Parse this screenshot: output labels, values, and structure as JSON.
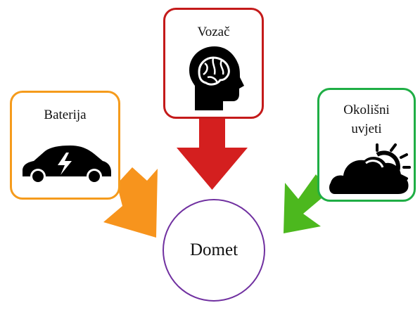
{
  "nodes": {
    "battery": {
      "label": "Baterija",
      "icon": "electric-car-icon",
      "color": "#f59b1c"
    },
    "driver": {
      "label": "Vozač",
      "icon": "brain-head-icon",
      "color": "#c41a1a"
    },
    "environment": {
      "label_line1": "Okolišni",
      "label_line2": "uvjeti",
      "icon": "weather-cloud-sun-icon",
      "color": "#1fae45"
    }
  },
  "center": {
    "label": "Domet",
    "color": "#7030a0"
  },
  "arrows": {
    "battery": {
      "color": "#f7941d"
    },
    "driver": {
      "color": "#d41f1f"
    },
    "environment": {
      "color": "#4cb81e"
    }
  }
}
